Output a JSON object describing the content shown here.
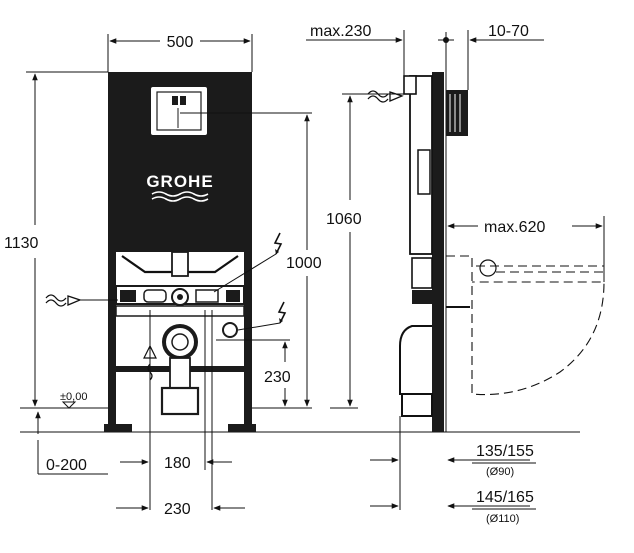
{
  "brand": {
    "logo_text": "GROHE"
  },
  "dimensions": {
    "width_500": "500",
    "height_1130": "1130",
    "height_1000": "1000",
    "height_1060": "1060",
    "height_230": "230",
    "floor_level": "±0,00",
    "floor_adjust": "0-200",
    "spacing_180": "180",
    "spacing_230": "230",
    "depth_max230": "max.230",
    "depth_10_70": "10-70",
    "reach_max620": "max.620",
    "depth_135_155": "135/155",
    "pipe_90": "(Ø90)",
    "depth_145_165": "145/165",
    "pipe_110": "(Ø110)"
  },
  "colors": {
    "line": "#111111",
    "fill_dark": "#1b1b1b",
    "fill_light": "#d9d9d9"
  }
}
